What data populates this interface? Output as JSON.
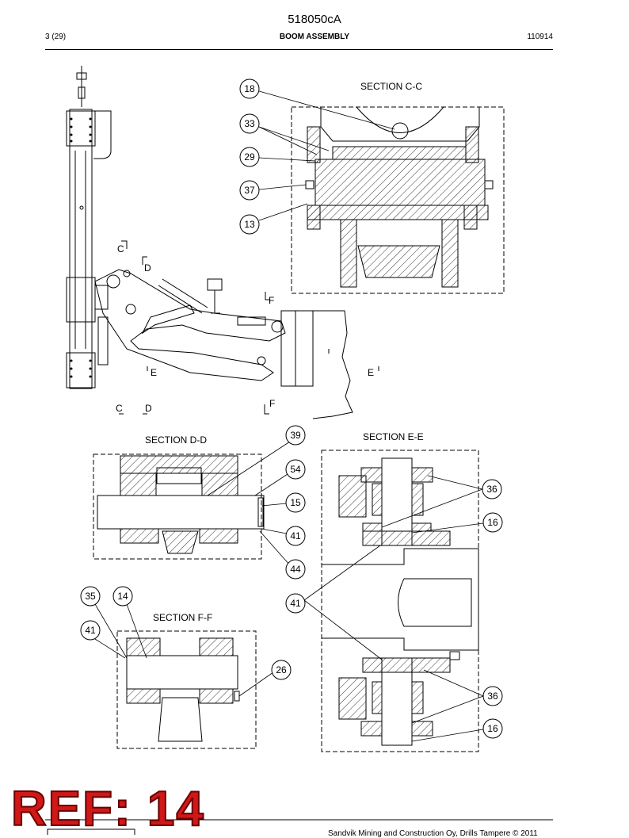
{
  "header": {
    "doc_number": "518050cA",
    "page": "3 (29)",
    "title": "BOOM ASSEMBLY",
    "date_code": "110914"
  },
  "sections": {
    "cc": "SECTION  C-C",
    "dd": "SECTION  D-D",
    "ee": "SECTION  E-E",
    "ff": "SECTION  F-F"
  },
  "view_marks": {
    "c_top": "C",
    "d_top": "D",
    "f_top": "F",
    "e_left": "E",
    "e_right": "E",
    "c_bottom": "C",
    "d_bottom": "D",
    "f_bottom": "F"
  },
  "callouts": {
    "c18": "18",
    "c33": "33",
    "c29": "29",
    "c37": "37",
    "c13": "13",
    "c39": "39",
    "c54": "54",
    "c15": "15",
    "c41a": "41",
    "c44": "44",
    "c36a": "36",
    "c16a": "16",
    "c41b": "41",
    "c36b": "36",
    "c16b": "16",
    "c35": "35",
    "c14": "14",
    "c41c": "41",
    "c26": "26"
  },
  "stamp": "REF: 14",
  "footer": "Sandvik Mining and Construction Oy, Drills Tampere © 2011"
}
